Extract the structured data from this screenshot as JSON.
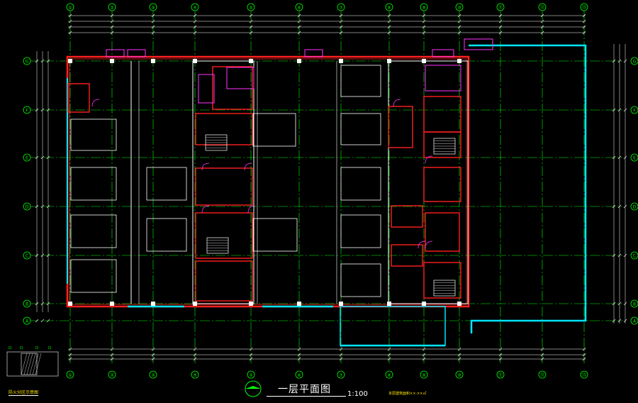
{
  "drawing": {
    "title": "一层平面图",
    "scale": "1:100",
    "note": "本层建筑面积××.××㎡",
    "keyplan_label": "防火分区示意图"
  },
  "grid": {
    "columns": [
      "①",
      "②",
      "③",
      "④",
      "⑤",
      "⑥",
      "⑦",
      "⑧",
      "⑨",
      "⑩",
      "⑪",
      "⑫",
      "⑬"
    ],
    "rows": [
      "G",
      "F",
      "E",
      "D",
      "C",
      "B",
      "A"
    ]
  },
  "colors": {
    "background": "#000000",
    "grid": "#00ff00",
    "wall": "#ff2020",
    "glass": "#00e5ff",
    "door": "#ff33ff",
    "text": "#ffe600",
    "dimension": "#ffffff",
    "column": "#ffffff"
  }
}
